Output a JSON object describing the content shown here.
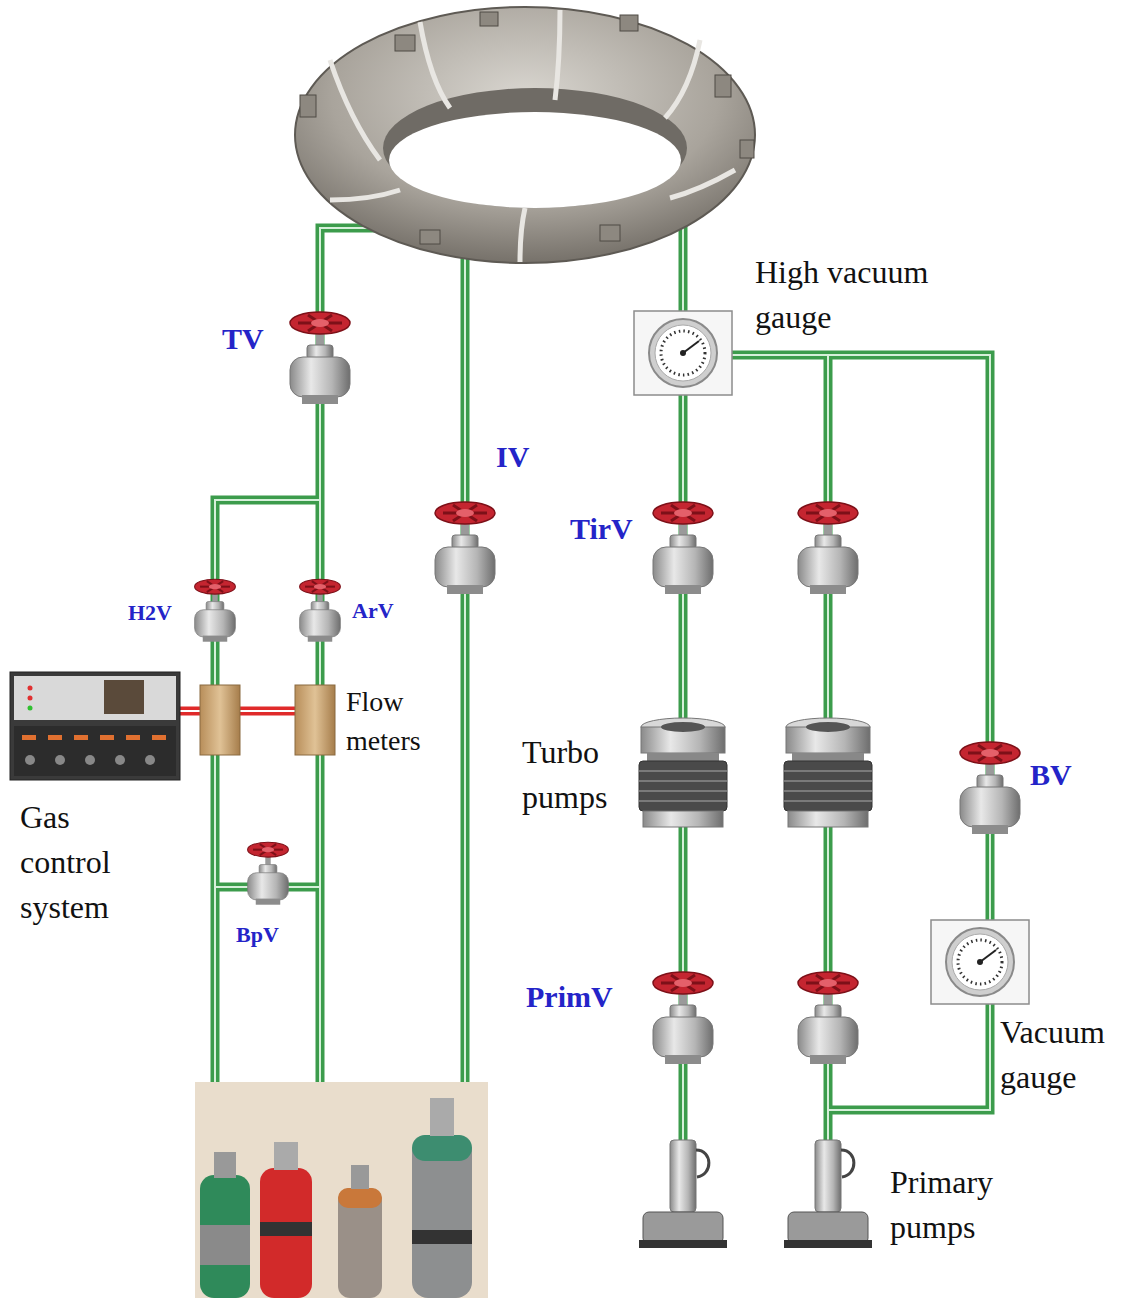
{
  "diagram": {
    "labels": [
      "TV",
      "High vacuum gauge",
      "IV",
      "H2V",
      "ArV",
      "TirV",
      "Flow meters",
      "Turbo pumps",
      "BV",
      "Gas control system",
      "BpV",
      "PrimV",
      "Vacuum gauge",
      "Primary pumps"
    ]
  }
}
